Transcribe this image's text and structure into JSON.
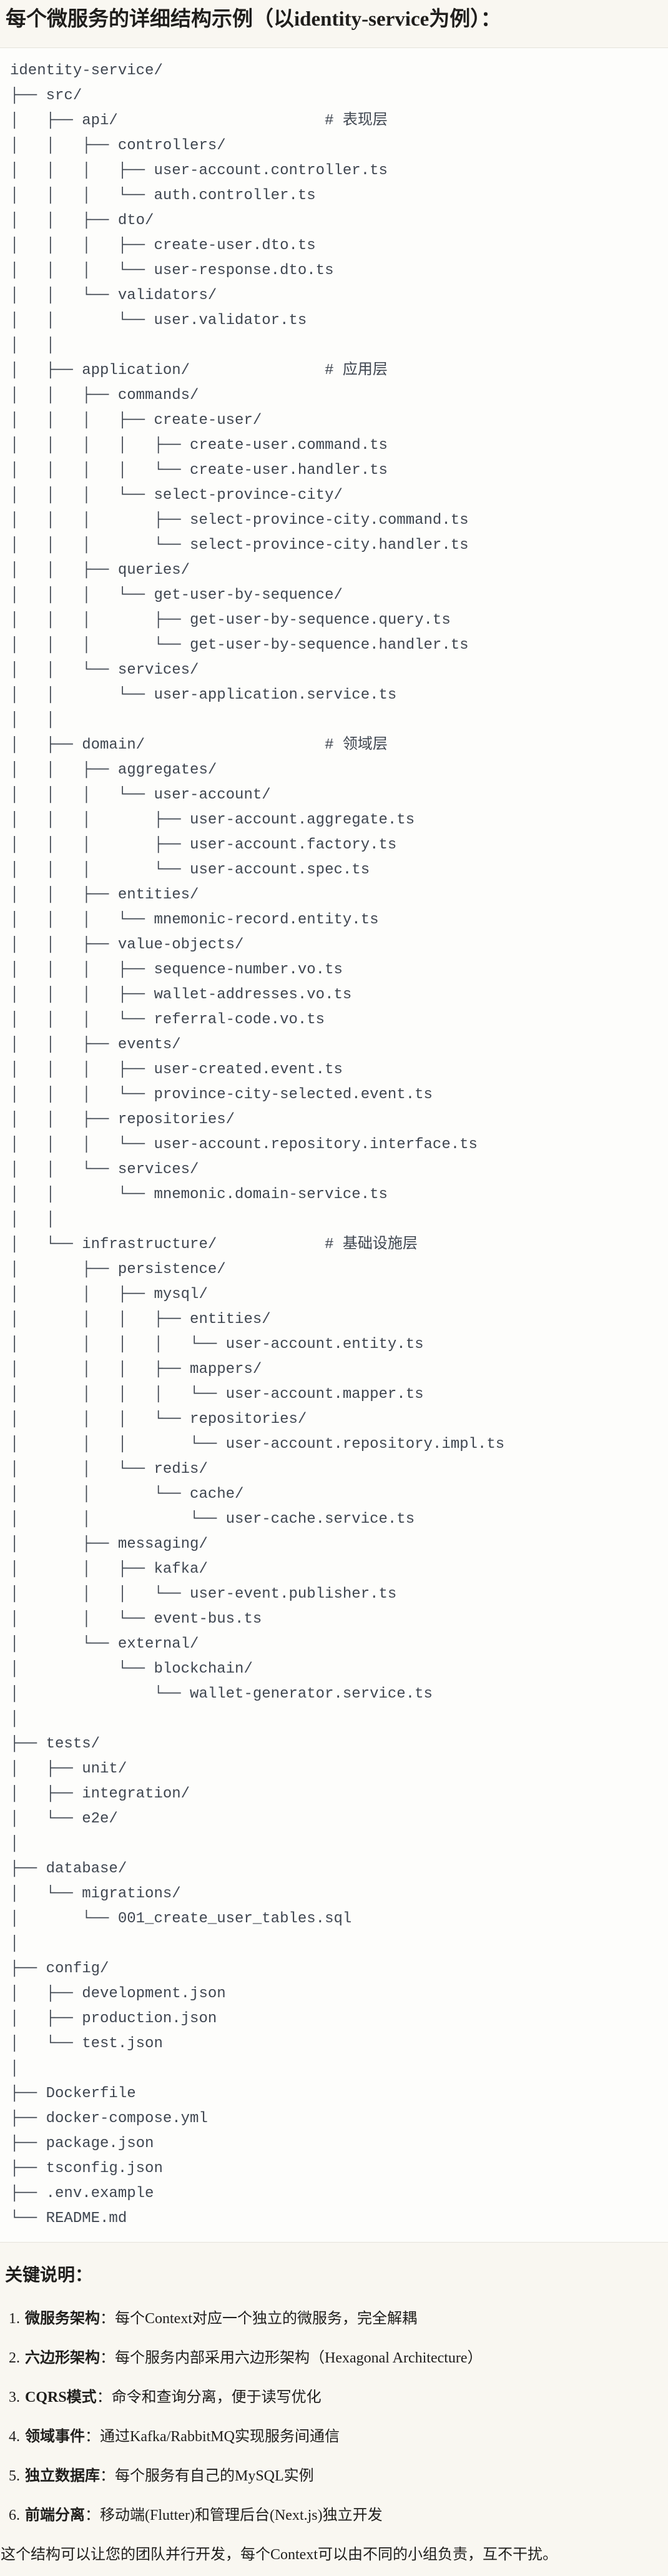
{
  "page": {
    "title": "每个微服务的详细结构示例（以identity-service为例）：",
    "colors": {
      "page_bg": "#F9F7F1",
      "code_bg": "#FDFDFB",
      "code_border": "#E5E3DB",
      "code_text": "#3F4650",
      "body_text": "#1F1E1C"
    }
  },
  "code_block": {
    "layer_comments": [
      "# 表现层",
      "# 应用层",
      "# 领域层",
      "# 基础设施层"
    ],
    "tree_text": "identity-service/\n├── src/\n│   ├── api/                       # 表现层\n│   │   ├── controllers/\n│   │   │   ├── user-account.controller.ts\n│   │   │   └── auth.controller.ts\n│   │   ├── dto/\n│   │   │   ├── create-user.dto.ts\n│   │   │   └── user-response.dto.ts\n│   │   └── validators/\n│   │       └── user.validator.ts\n│   │\n│   ├── application/               # 应用层\n│   │   ├── commands/\n│   │   │   ├── create-user/\n│   │   │   │   ├── create-user.command.ts\n│   │   │   │   └── create-user.handler.ts\n│   │   │   └── select-province-city/\n│   │   │       ├── select-province-city.command.ts\n│   │   │       └── select-province-city.handler.ts\n│   │   ├── queries/\n│   │   │   └── get-user-by-sequence/\n│   │   │       ├── get-user-by-sequence.query.ts\n│   │   │       └── get-user-by-sequence.handler.ts\n│   │   └── services/\n│   │       └── user-application.service.ts\n│   │\n│   ├── domain/                    # 领域层\n│   │   ├── aggregates/\n│   │   │   └── user-account/\n│   │   │       ├── user-account.aggregate.ts\n│   │   │       ├── user-account.factory.ts\n│   │   │       └── user-account.spec.ts\n│   │   ├── entities/\n│   │   │   └── mnemonic-record.entity.ts\n│   │   ├── value-objects/\n│   │   │   ├── sequence-number.vo.ts\n│   │   │   ├── wallet-addresses.vo.ts\n│   │   │   └── referral-code.vo.ts\n│   │   ├── events/\n│   │   │   ├── user-created.event.ts\n│   │   │   └── province-city-selected.event.ts\n│   │   ├── repositories/\n│   │   │   └── user-account.repository.interface.ts\n│   │   └── services/\n│   │       └── mnemonic.domain-service.ts\n│   │\n│   └── infrastructure/            # 基础设施层\n│       ├── persistence/\n│       │   ├── mysql/\n│       │   │   ├── entities/\n│       │   │   │   └── user-account.entity.ts\n│       │   │   ├── mappers/\n│       │   │   │   └── user-account.mapper.ts\n│       │   │   └── repositories/\n│       │   │       └── user-account.repository.impl.ts\n│       │   └── redis/\n│       │       └── cache/\n│       │           └── user-cache.service.ts\n│       ├── messaging/\n│       │   ├── kafka/\n│       │   │   └── user-event.publisher.ts\n│       │   └── event-bus.ts\n│       └── external/\n│           └── blockchain/\n│               └── wallet-generator.service.ts\n│\n├── tests/\n│   ├── unit/\n│   ├── integration/\n│   └── e2e/\n│\n├── database/\n│   └── migrations/\n│       └── 001_create_user_tables.sql\n│\n├── config/\n│   ├── development.json\n│   ├── production.json\n│   └── test.json\n│\n├── Dockerfile\n├── docker-compose.yml\n├── package.json\n├── tsconfig.json\n├── .env.example\n└── README.md"
  },
  "notes": {
    "heading": "关键说明：",
    "colon": "：",
    "items": [
      {
        "num": "1.",
        "term": "微服务架构",
        "text": "每个Context对应一个独立的微服务，完全解耦"
      },
      {
        "num": "2.",
        "term": "六边形架构",
        "text": "每个服务内部采用六边形架构（Hexagonal Architecture）"
      },
      {
        "num": "3.",
        "term": "CQRS模式",
        "text": "命令和查询分离，便于读写优化"
      },
      {
        "num": "4.",
        "term": "领域事件",
        "text": "通过Kafka/RabbitMQ实现服务间通信"
      },
      {
        "num": "5.",
        "term": "独立数据库",
        "text": "每个服务有自己的MySQL实例"
      },
      {
        "num": "6.",
        "term": "前端分离",
        "text": "移动端(Flutter)和管理后台(Next.js)独立开发"
      }
    ],
    "closing": "这个结构可以让您的团队并行开发，每个Context可以由不同的小组负责，互不干扰。"
  }
}
